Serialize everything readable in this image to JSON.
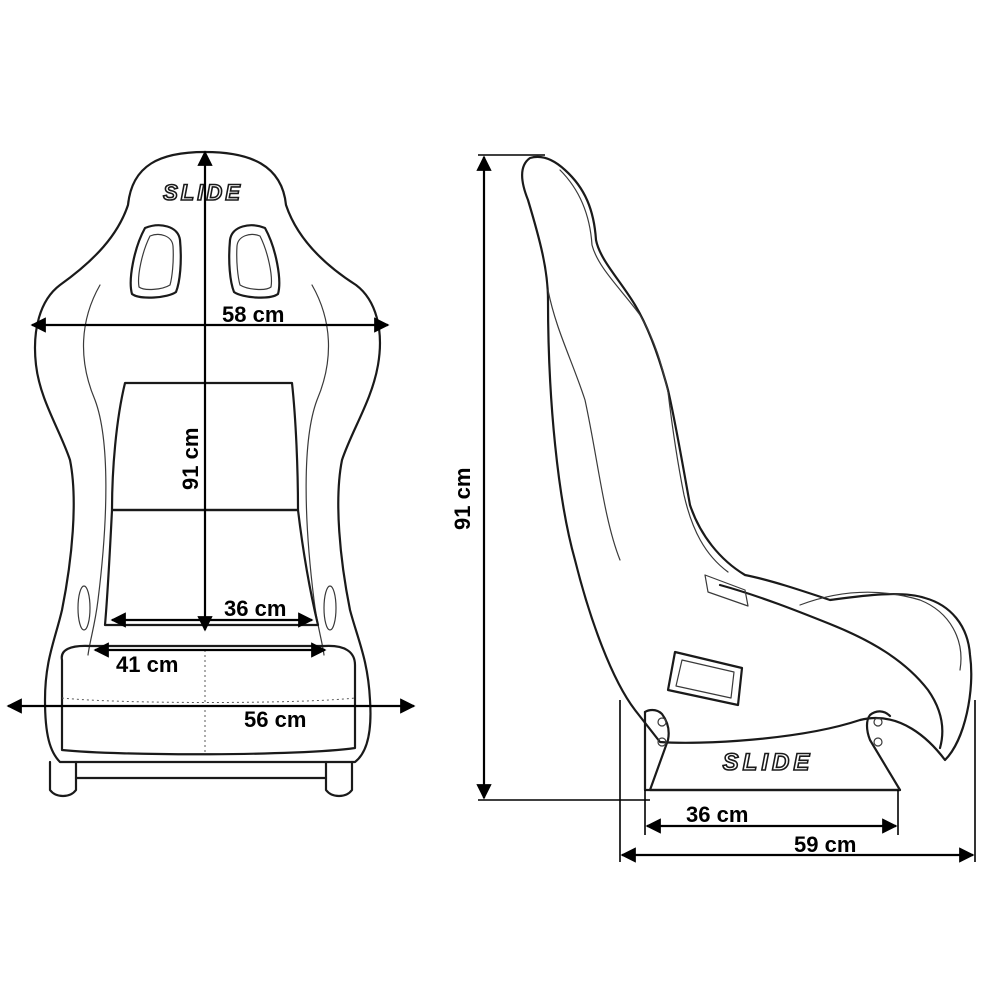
{
  "brand": {
    "front_logo": "SLIDE",
    "side_logo": "SLIDE"
  },
  "dimensions": {
    "front": {
      "width_top": "58 cm",
      "height": "91 cm",
      "seat_inner_width": "36 cm",
      "seat_width": "41 cm",
      "base_width": "56 cm"
    },
    "side": {
      "height": "91 cm",
      "bracket_length": "36 cm",
      "depth": "59 cm"
    }
  },
  "colors": {
    "line": "#1a1a1a",
    "background": "#ffffff"
  }
}
